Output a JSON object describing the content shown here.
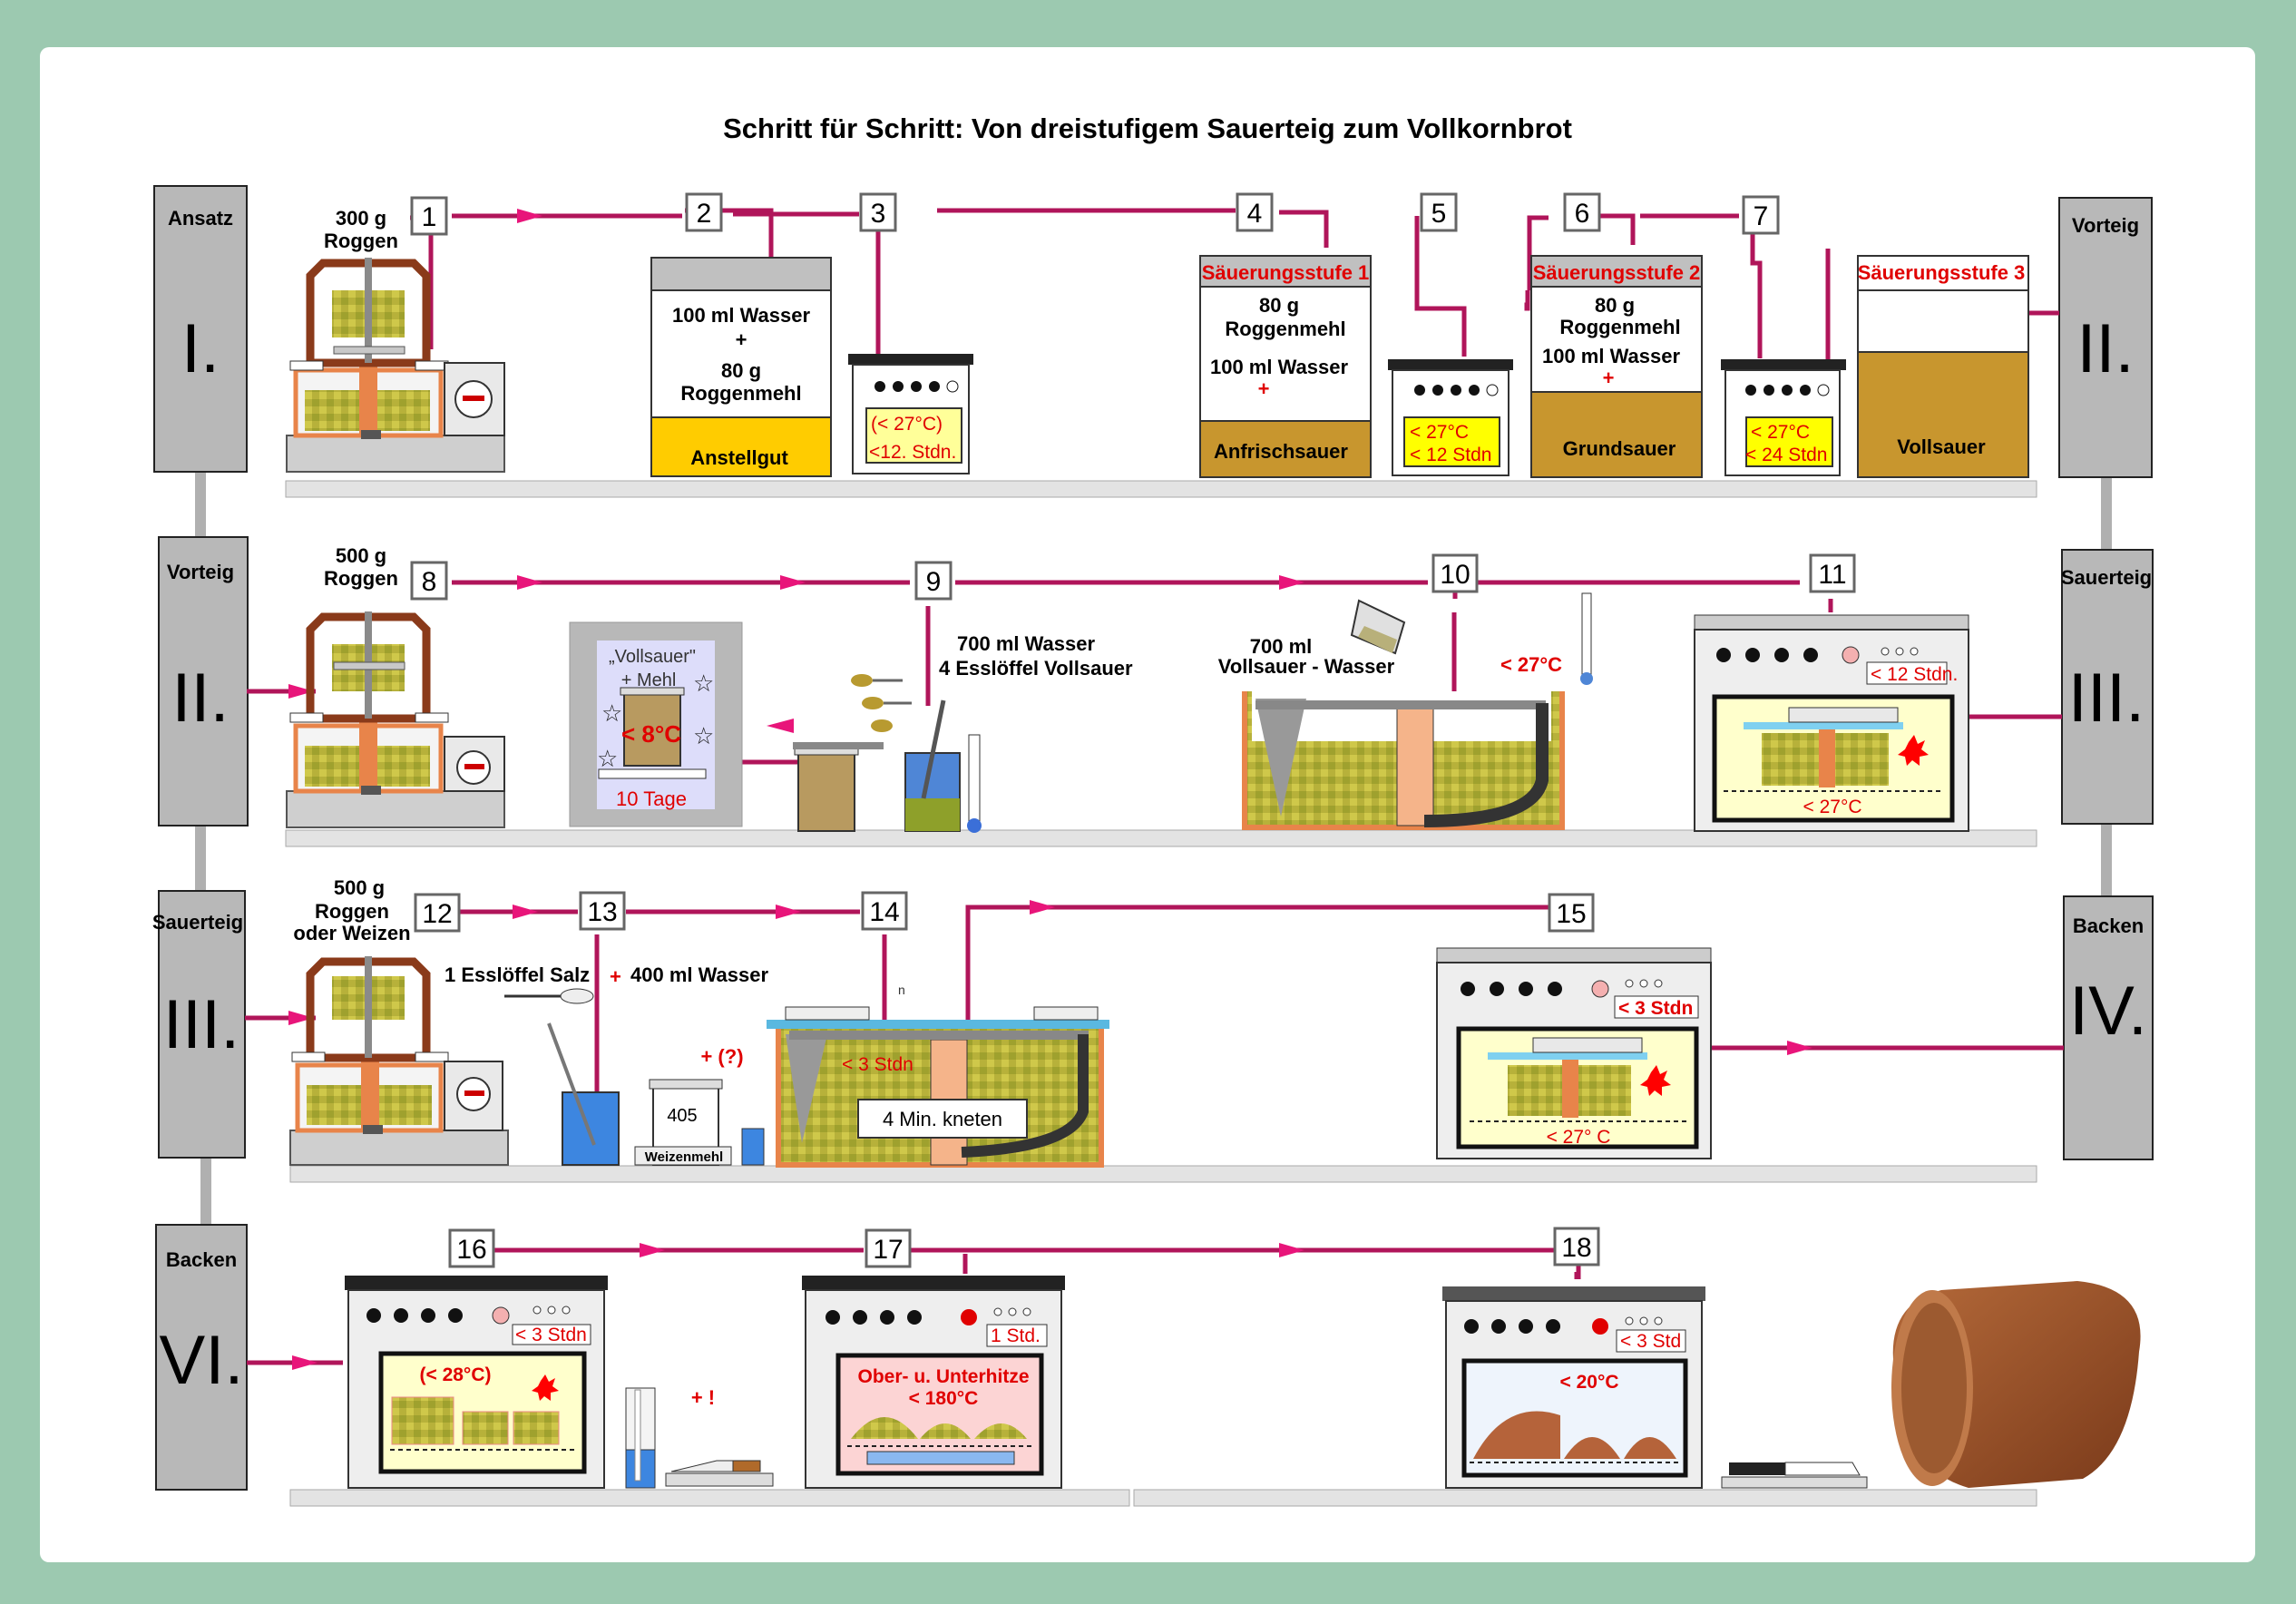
{
  "title": "Schritt für Schritt: Von dreistufigem Sauerteig zum Vollkornbrot",
  "rows": [
    {
      "left_label": "Ansatz",
      "left_numeral": "I.",
      "right_label": "Vorteig",
      "right_numeral": "II."
    },
    {
      "left_label": "Vorteig",
      "left_numeral": "II.",
      "right_label": "Sauerteig",
      "right_numeral": "III."
    },
    {
      "left_label": "Sauerteig",
      "left_numeral": "III.",
      "right_label": "Backen",
      "right_numeral": "IV."
    },
    {
      "left_label": "Backen",
      "left_numeral": "VI."
    }
  ],
  "steps": [
    "1",
    "2",
    "3",
    "4",
    "5",
    "6",
    "7",
    "8",
    "9",
    "10",
    "11",
    "12",
    "13",
    "14",
    "15",
    "16",
    "17",
    "18"
  ],
  "row1": {
    "mill_label_1": "300 g",
    "mill_label_2": "Roggen",
    "box2_line1": "100 ml Wasser",
    "box2_line2": "+",
    "box2_line3": "80 g",
    "box2_line4": "Roggenmehl",
    "box2_base": "Anstellgut",
    "oven3_temp": "(< 27°C)",
    "oven3_time": "<12. Stdn.",
    "stage1_header": "Säuerungsstufe 1",
    "stage1_line1": "80 g",
    "stage1_line2": "Roggenmehl",
    "stage1_line3": "100 ml Wasser",
    "stage1_plus": "+",
    "stage1_base": "Anfrischsauer",
    "oven5_temp": "< 27°C",
    "oven5_time": "< 12 Stdn",
    "stage2_header": "Säuerungsstufe 2",
    "stage2_line1": "80 g",
    "stage2_line2": "Roggenmehl",
    "stage2_line3": "100 ml Wasser",
    "stage2_plus": "+",
    "stage2_base": "Grundsauer",
    "oven7_temp": "< 27°C",
    "oven7_time": "< 24 Stdn",
    "stage3_header": "Säuerungsstufe 3",
    "stage3_base": "Vollsauer"
  },
  "row2": {
    "mill_label_1": "500 g",
    "mill_label_2": "Roggen",
    "fridge_line1": "„Vollsauer\"",
    "fridge_line2": "+ Mehl",
    "fridge_temp": "< 8°C",
    "fridge_days": "10 Tage",
    "step9_line1": "700 ml Wasser",
    "step9_line2": "4 Esslöffel Vollsauer",
    "step10_line1": "700 ml",
    "step10_line2": "Vollsauer - Wasser",
    "step10_temp": "< 27°C",
    "oven11_time": "< 12 Stdn.",
    "oven11_temp": "< 27°C"
  },
  "row3": {
    "mill_label_1": "500 g",
    "mill_label_2": "Roggen",
    "mill_label_3": "oder Weizen",
    "salt_text": "1 Esslöffel Salz",
    "plus": "+",
    "water_text": "400 ml Wasser",
    "optional": "+ (?)",
    "flour_type": "405",
    "flour_label": "Weizenmehl",
    "knead_time": "< 3 Stdn",
    "knead_text": "4 Min. kneten",
    "small_mark": "n",
    "oven15_time": "<  3 Stdn",
    "oven15_temp": "< 27° C"
  },
  "row4": {
    "oven16_time": "< 3 Stdn",
    "oven16_temp": "(< 28°C)",
    "exclaim": "+ !",
    "oven17_time": "1 Std.",
    "oven17_line1": "Ober- u. Unterhitze",
    "oven17_temp": "< 180°C",
    "oven18_time": "< 3 Std",
    "oven18_temp": "< 20°C"
  },
  "colors": {
    "pipe": "#b0155a",
    "arrow": "#e8157a",
    "panel": "#b8b8b8",
    "dough_yellow": "#ffcc00",
    "dough_brown": "#c8962e",
    "dough_dark": "#b07a18",
    "orange": "#e8844a",
    "red_text": "#e00000",
    "background": "#9cc9b0"
  }
}
